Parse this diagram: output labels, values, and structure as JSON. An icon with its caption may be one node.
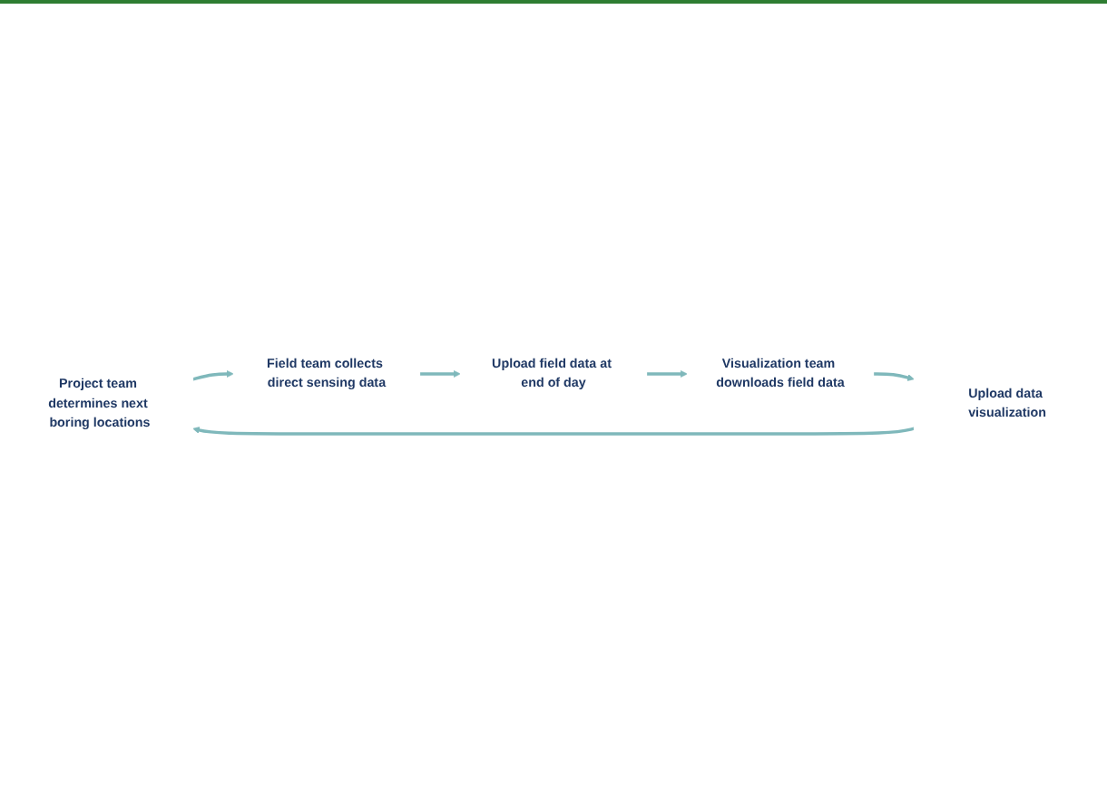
{
  "diagram": {
    "nodes": [
      {
        "text": [
          "Project team determines next boring locations"
        ]
      },
      {
        "text": [
          "Field team collects direct sensing data"
        ]
      },
      {
        "text": [
          "Upload field data at end of day"
        ]
      },
      {
        "text": [
          "Visualization team downloads field data"
        ]
      },
      {
        "text": [
          "Upload data visualization"
        ]
      }
    ],
    "edges": [
      {
        "from": 0,
        "to": 1,
        "arrow": "to"
      },
      {
        "from": 1,
        "to": 2,
        "arrow": "to"
      },
      {
        "from": 2,
        "to": 3,
        "arrow": "to"
      },
      {
        "from": 3,
        "to": 4,
        "arrow": "to"
      },
      {
        "from": 4,
        "to": 0,
        "arrow": "to"
      }
    ]
  }
}
